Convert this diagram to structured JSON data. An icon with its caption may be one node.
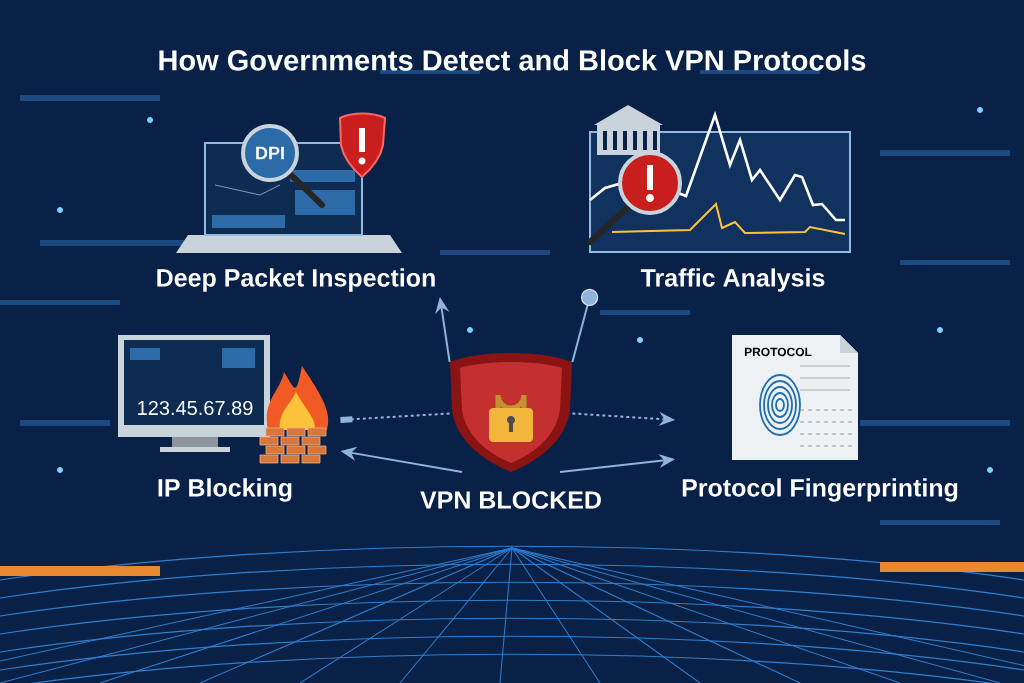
{
  "diagram": {
    "title": "How Governments Detect and Block VPN Protocols",
    "nodes": [
      {
        "text": [
          "DPI",
          "Deep Packet Inspection"
        ]
      },
      {
        "text": [
          "Traffic Analysis"
        ]
      },
      {
        "text": [
          "123.45.67.89",
          "IP Blocking"
        ]
      },
      {
        "text": [
          "VPN BLOCKED"
        ]
      },
      {
        "text": [
          "PROTOCOL",
          "Protocol Fingerprinting"
        ]
      }
    ],
    "edges": [
      {
        "from": 3,
        "to": 0,
        "arrow": "to"
      },
      {
        "from": 3,
        "to": 1,
        "arrow": "other"
      },
      {
        "from": 3,
        "to": 2,
        "arrow": "other",
        "style": "dashed"
      },
      {
        "from": 3,
        "to": 4,
        "arrow": "to",
        "style": "dashed"
      },
      {
        "from": 3,
        "to": 2,
        "arrow": "to"
      },
      {
        "from": 3,
        "to": 4,
        "arrow": "to"
      }
    ]
  }
}
